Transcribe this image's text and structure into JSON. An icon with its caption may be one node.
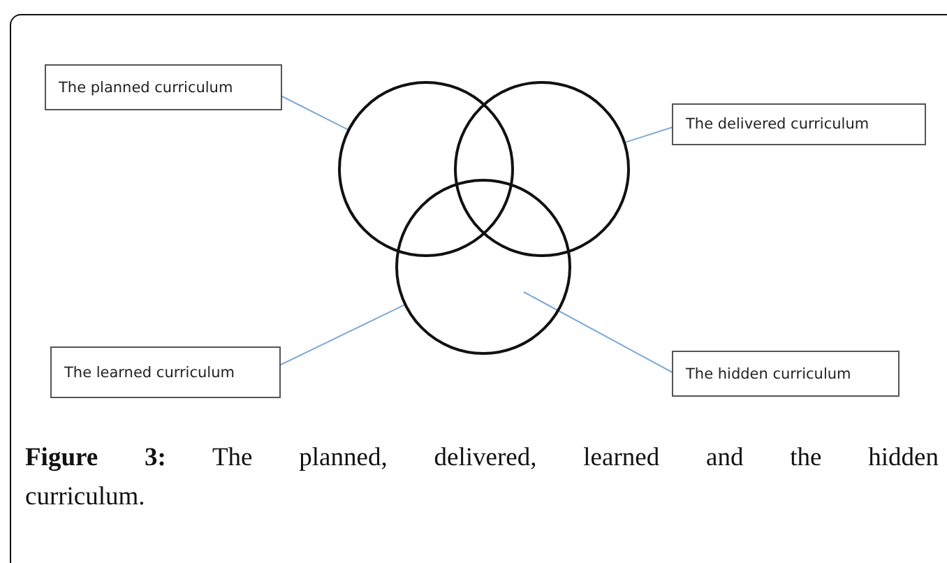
{
  "diagram": {
    "caption": "**Figure 3:** The planned, delivered, learned and the hidden curriculum.",
    "nodes": [
      {
        "text": [
          "The planned curriculum"
        ]
      },
      {
        "text": [],
        "shape": "circle"
      },
      {
        "text": [],
        "shape": "circle"
      },
      {
        "text": [
          "The delivered curriculum"
        ]
      },
      {
        "text": [],
        "shape": "circle"
      },
      {
        "text": [
          "The learned curriculum"
        ]
      },
      {
        "text": [
          "The hidden curriculum"
        ]
      }
    ],
    "edges": [
      {
        "from": 0,
        "to": 1,
        "arrow": "none"
      },
      {
        "from": 3,
        "to": 2,
        "arrow": "none"
      },
      {
        "from": 5,
        "to": 4,
        "arrow": "none"
      },
      {
        "from": 6,
        "to": 4,
        "arrow": "none"
      }
    ]
  }
}
